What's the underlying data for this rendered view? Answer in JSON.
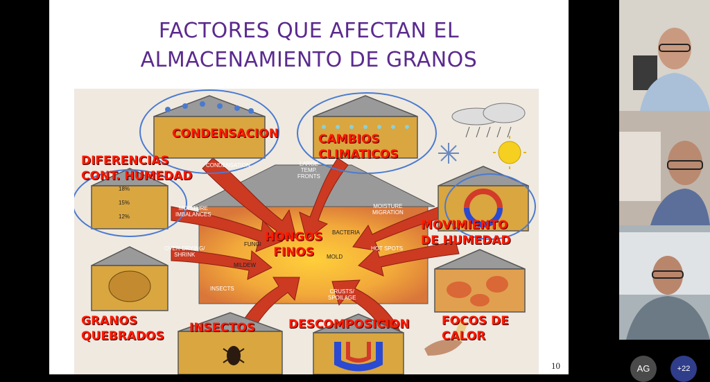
{
  "slide": {
    "title_line1": "FACTORES QUE AFECTAN EL",
    "title_line2": "ALMACENAMIENTO DE GRANOS",
    "page_number": "10",
    "labels": {
      "condensacion": "CONDENSACION",
      "cambios_1": "CAMBIOS",
      "cambios_2": "CLIMATICOS",
      "diferencias_1": "DIFERENCIAS",
      "diferencias_2": "CONT. HUMEDAD",
      "movimiento_1": "MOVIMIENTO",
      "movimiento_2": "DE HUMEDAD",
      "hongos_1": "HONGOS",
      "hongos_2": "FINOS",
      "granos_1": "GRANOS",
      "granos_2": "QUEBRADOS",
      "insectos": "INSECTOS",
      "descomposicion": "DESCOMPOSICION",
      "focos_1": "FOCOS DE",
      "focos_2": "CALOR"
    },
    "small_labels": {
      "condensation": "CONDENSATION",
      "large_1": "LARGE",
      "large_2": "TEMP.",
      "large_3": "FRONTS",
      "moisture_imb_1": "MOISTURE",
      "moisture_imb_2": "IMBALANCES",
      "moisture_mig_1": "MOISTURE",
      "moisture_mig_2": "MIGRATION",
      "over_drying_1": "OVER-DRYING/",
      "over_drying_2": "SHRINK",
      "hot_spots": "HOT SPOTS",
      "insects": "INSECTS",
      "crusts_1": "CRUSTS/",
      "crusts_2": "SPOILAGE",
      "fungi": "FUNGI",
      "bacteria": "BACTERIA",
      "mildew": "MILDEW",
      "mold": "MOLD",
      "pct_18": "18%",
      "pct_15": "15%",
      "pct_12": "12%"
    }
  },
  "participants": {
    "avatar_initials": "AG",
    "more_count": "+22"
  },
  "colors": {
    "title": "#5b2a8e",
    "label_red": "#ff1a00",
    "arrow": "#cc3a22",
    "grain": "#d9a640"
  }
}
